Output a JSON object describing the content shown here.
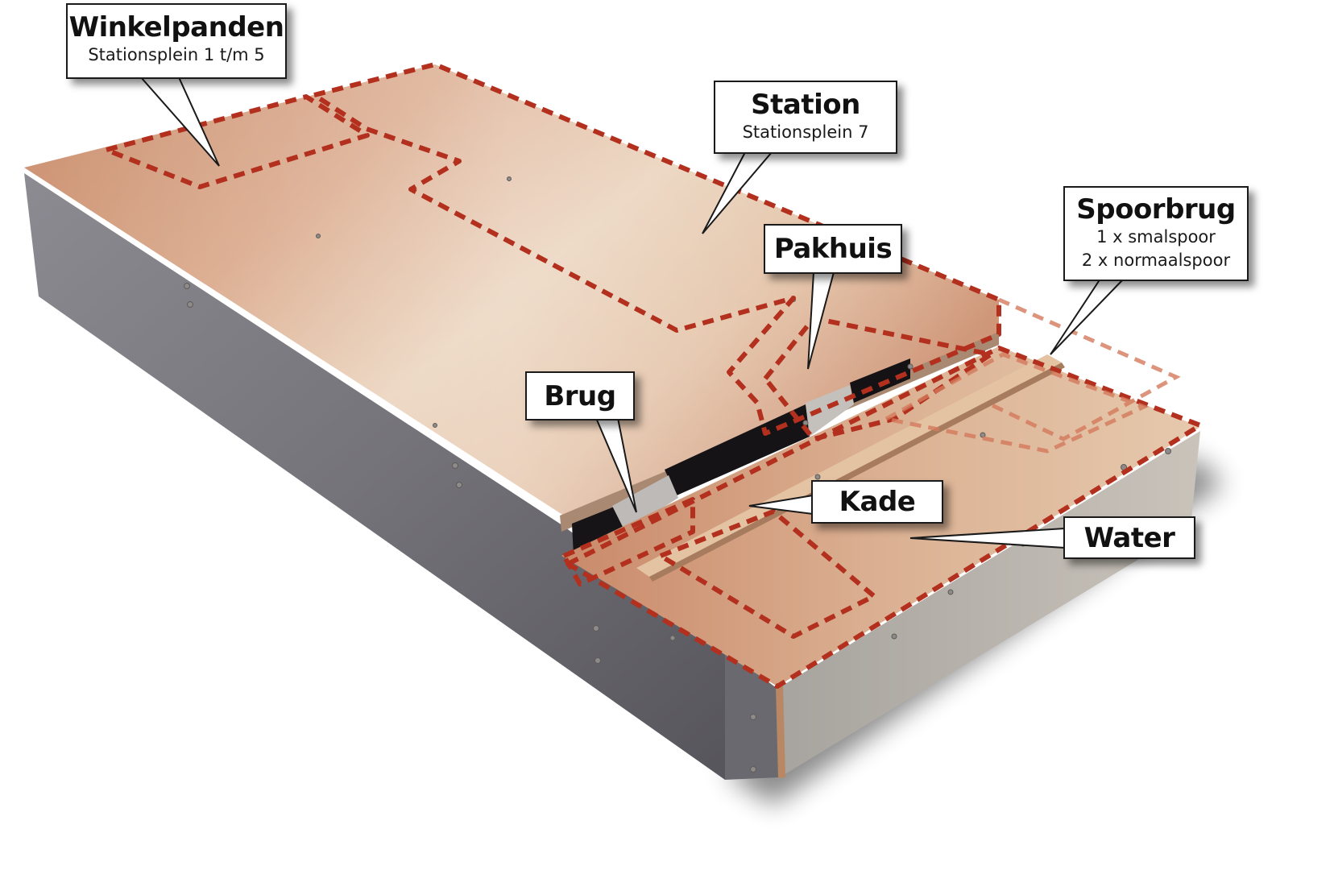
{
  "labels": {
    "winkelpanden": {
      "title": "Winkelpanden",
      "subtitle": "Stationsplein 1 t/m 5"
    },
    "station": {
      "title": "Station",
      "subtitle": "Stationsplein 7"
    },
    "spoorbrug": {
      "title": "Spoorbrug",
      "line1": "1 x smalspoor",
      "line2": "2 x normaalspoor"
    },
    "pakhuis": {
      "title": "Pakhuis"
    },
    "brug": {
      "title": "Brug"
    },
    "kade": {
      "title": "Kade"
    },
    "water": {
      "title": "Water"
    }
  },
  "colors": {
    "dashed_outline": "#b3301f",
    "wood_top": "#d8a486",
    "wood_light": "#e9cdb2",
    "metal_side": "#7d7c82",
    "label_border": "#1a1a1a",
    "label_background": "#ffffff"
  }
}
